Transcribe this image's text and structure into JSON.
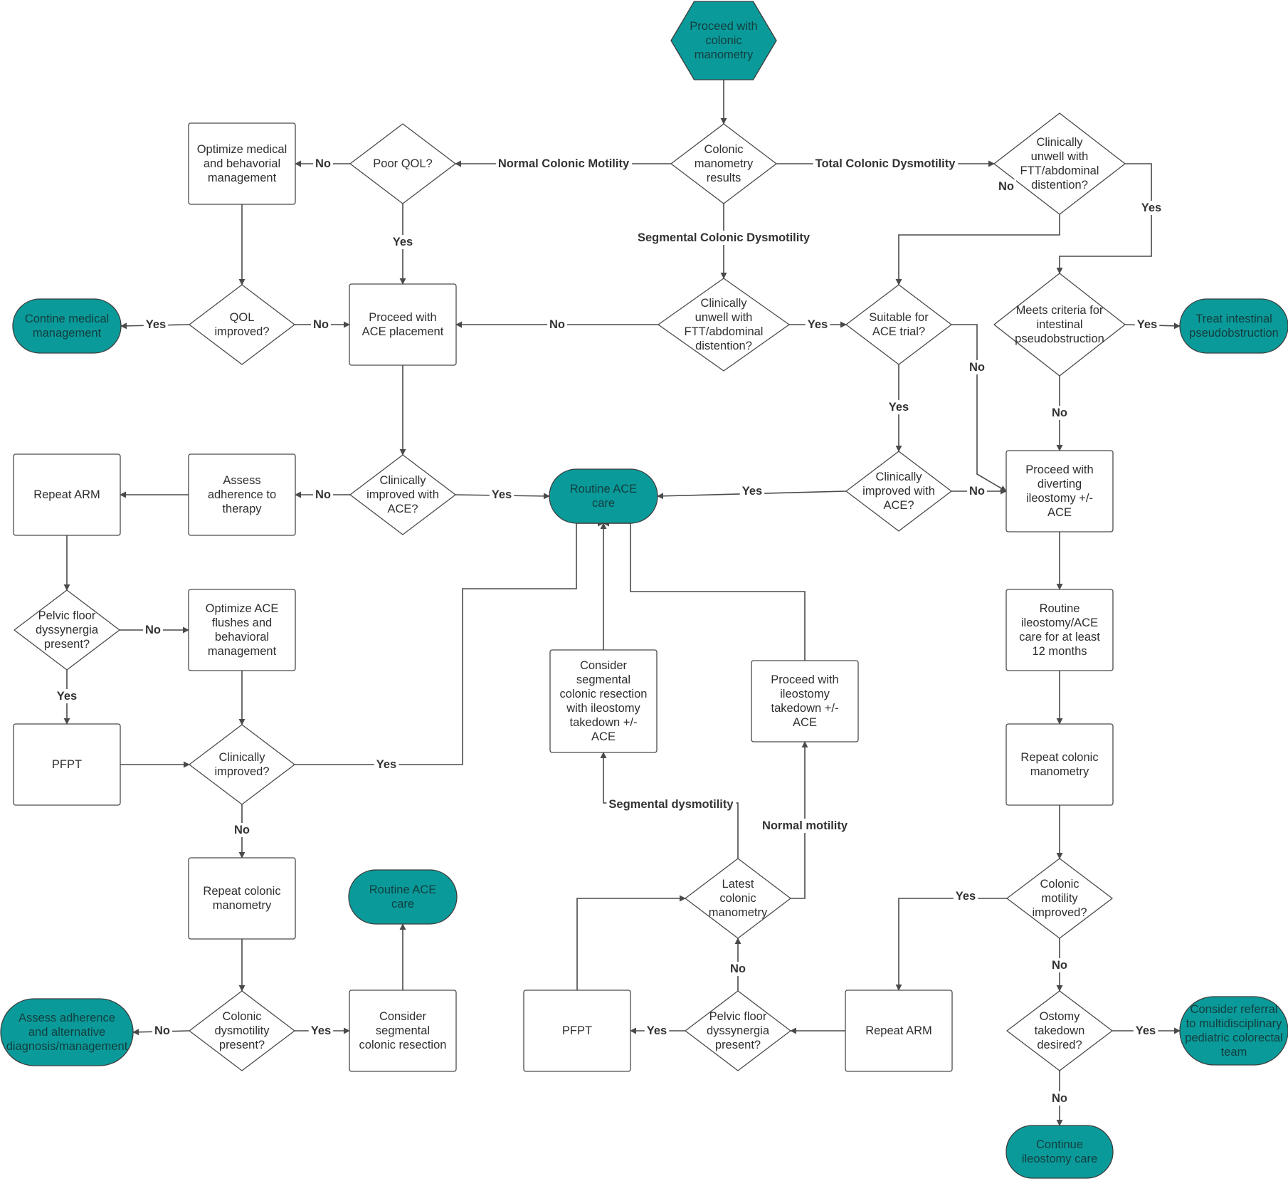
{
  "colors": {
    "terminal_fill": "#0b9a9a",
    "stroke": "#4a4a4a",
    "text": "#2f2f2f"
  },
  "nodes": [
    {
      "id": "start",
      "shape": "hexagon",
      "lines": [
        "Proceed with",
        "colonic",
        "manometry"
      ]
    },
    {
      "id": "results",
      "shape": "diamond",
      "lines": [
        "Colonic",
        "manometry",
        "results"
      ]
    },
    {
      "id": "poor_qol",
      "shape": "diamond",
      "lines": [
        "Poor QOL?"
      ]
    },
    {
      "id": "optimize_med",
      "shape": "rect",
      "lines": [
        "Optimize medical",
        "and behavorial",
        "management"
      ]
    },
    {
      "id": "qol_improved",
      "shape": "diamond",
      "lines": [
        "QOL",
        "improved?"
      ]
    },
    {
      "id": "contine_med",
      "shape": "terminal",
      "lines": [
        "Contine medical",
        "management"
      ]
    },
    {
      "id": "ace_placement",
      "shape": "rect",
      "lines": [
        "Proceed with",
        "ACE placement"
      ]
    },
    {
      "id": "seg_unwell",
      "shape": "diamond",
      "lines": [
        "Clinically",
        "unwell with",
        "FTT/abdominal",
        "distention?"
      ]
    },
    {
      "id": "total_unwell",
      "shape": "diamond",
      "lines": [
        "Clinically",
        "unwell with",
        "FTT/abdominal",
        "distention?"
      ]
    },
    {
      "id": "suitable_ace",
      "shape": "diamond",
      "lines": [
        "Suitable for",
        "ACE trial?"
      ]
    },
    {
      "id": "pseudo_criteria",
      "shape": "diamond",
      "lines": [
        "Meets criteria for",
        "intestinal",
        "pseudobstruction"
      ]
    },
    {
      "id": "treat_pseudo",
      "shape": "terminal",
      "lines": [
        "Treat intestinal",
        "pseudobstruction"
      ]
    },
    {
      "id": "clin_imp_ace_left",
      "shape": "diamond",
      "lines": [
        "Clinically",
        "improved with",
        "ACE?"
      ]
    },
    {
      "id": "routine_ace",
      "shape": "terminal",
      "lines": [
        "Routine ACE",
        "care"
      ]
    },
    {
      "id": "clin_imp_ace_right",
      "shape": "diamond",
      "lines": [
        "Clinically",
        "improved with",
        "ACE?"
      ]
    },
    {
      "id": "diverting",
      "shape": "rect",
      "lines": [
        "Proceed with",
        "diverting",
        "ileostomy +/-",
        "ACE"
      ]
    },
    {
      "id": "assess_adherence",
      "shape": "rect",
      "lines": [
        "Assess",
        "adherence to",
        "therapy"
      ]
    },
    {
      "id": "repeat_arm_left",
      "shape": "rect",
      "lines": [
        "Repeat ARM"
      ]
    },
    {
      "id": "pelvic_left",
      "shape": "diamond",
      "lines": [
        "Pelvic floor",
        "dyssynergia",
        "present?"
      ]
    },
    {
      "id": "optimize_ace",
      "shape": "rect",
      "lines": [
        "Optimize ACE",
        "flushes and",
        "behavioral",
        "management"
      ]
    },
    {
      "id": "pfpt_left",
      "shape": "rect",
      "lines": [
        "PFPT"
      ]
    },
    {
      "id": "clin_improved",
      "shape": "diamond",
      "lines": [
        "Clinically",
        "improved?"
      ]
    },
    {
      "id": "repeat_cm_left",
      "shape": "rect",
      "lines": [
        "Repeat colonic",
        "manometry"
      ]
    },
    {
      "id": "colonic_dys",
      "shape": "diamond",
      "lines": [
        "Colonic",
        "dysmotility",
        "present?"
      ]
    },
    {
      "id": "assess_alt",
      "shape": "terminal",
      "lines": [
        "Assess adherence",
        "and alternative",
        "diagnosis/management"
      ]
    },
    {
      "id": "consider_seg",
      "shape": "rect",
      "lines": [
        "Consider",
        "segmental",
        "colonic resection"
      ]
    },
    {
      "id": "routine_ace_2",
      "shape": "terminal",
      "lines": [
        "Routine ACE",
        "care"
      ]
    },
    {
      "id": "consider_seg_ileo",
      "shape": "rect",
      "lines": [
        "Consider",
        "segmental",
        "colonic resection",
        "with ileostomy",
        "takedown +/-",
        "ACE"
      ]
    },
    {
      "id": "ileo_takedown",
      "shape": "rect",
      "lines": [
        "Proceed with",
        "ileostomy",
        "takedown +/-",
        "ACE"
      ]
    },
    {
      "id": "latest_cm",
      "shape": "diamond",
      "lines": [
        "Latest",
        "colonic",
        "manometry"
      ]
    },
    {
      "id": "pfpt_mid",
      "shape": "rect",
      "lines": [
        "PFPT"
      ]
    },
    {
      "id": "pelvic_mid",
      "shape": "diamond",
      "lines": [
        "Pelvic floor",
        "dyssynergia",
        "present?"
      ]
    },
    {
      "id": "repeat_arm_mid",
      "shape": "rect",
      "lines": [
        "Repeat ARM"
      ]
    },
    {
      "id": "routine_ileo",
      "shape": "rect",
      "lines": [
        "Routine",
        "ileostomy/ACE",
        "care for at least",
        "12 months"
      ]
    },
    {
      "id": "repeat_cm_right",
      "shape": "rect",
      "lines": [
        "Repeat colonic",
        "manometry"
      ]
    },
    {
      "id": "motility_improved",
      "shape": "diamond",
      "lines": [
        "Colonic",
        "motility",
        "improved?"
      ]
    },
    {
      "id": "ostomy_takedown",
      "shape": "diamond",
      "lines": [
        "Ostomy",
        "takedown",
        "desired?"
      ]
    },
    {
      "id": "consider_referral",
      "shape": "terminal",
      "lines": [
        "Consider referral",
        "to multidisciplinary",
        "pediatric colorectal",
        "team"
      ]
    },
    {
      "id": "continue_ileo",
      "shape": "terminal",
      "lines": [
        "Continue",
        "ileostomy care"
      ]
    }
  ],
  "edge_labels": {
    "normal_motility": "Normal Colonic Motility",
    "total_dys": "Total Colonic Dysmotility",
    "segmental_dys": "Segmental Colonic Dysmotility",
    "segmental_dys_2": "Segmental  dysmotility",
    "normal_motility_2": "Normal  motility",
    "yes": "Yes",
    "no": "No"
  }
}
